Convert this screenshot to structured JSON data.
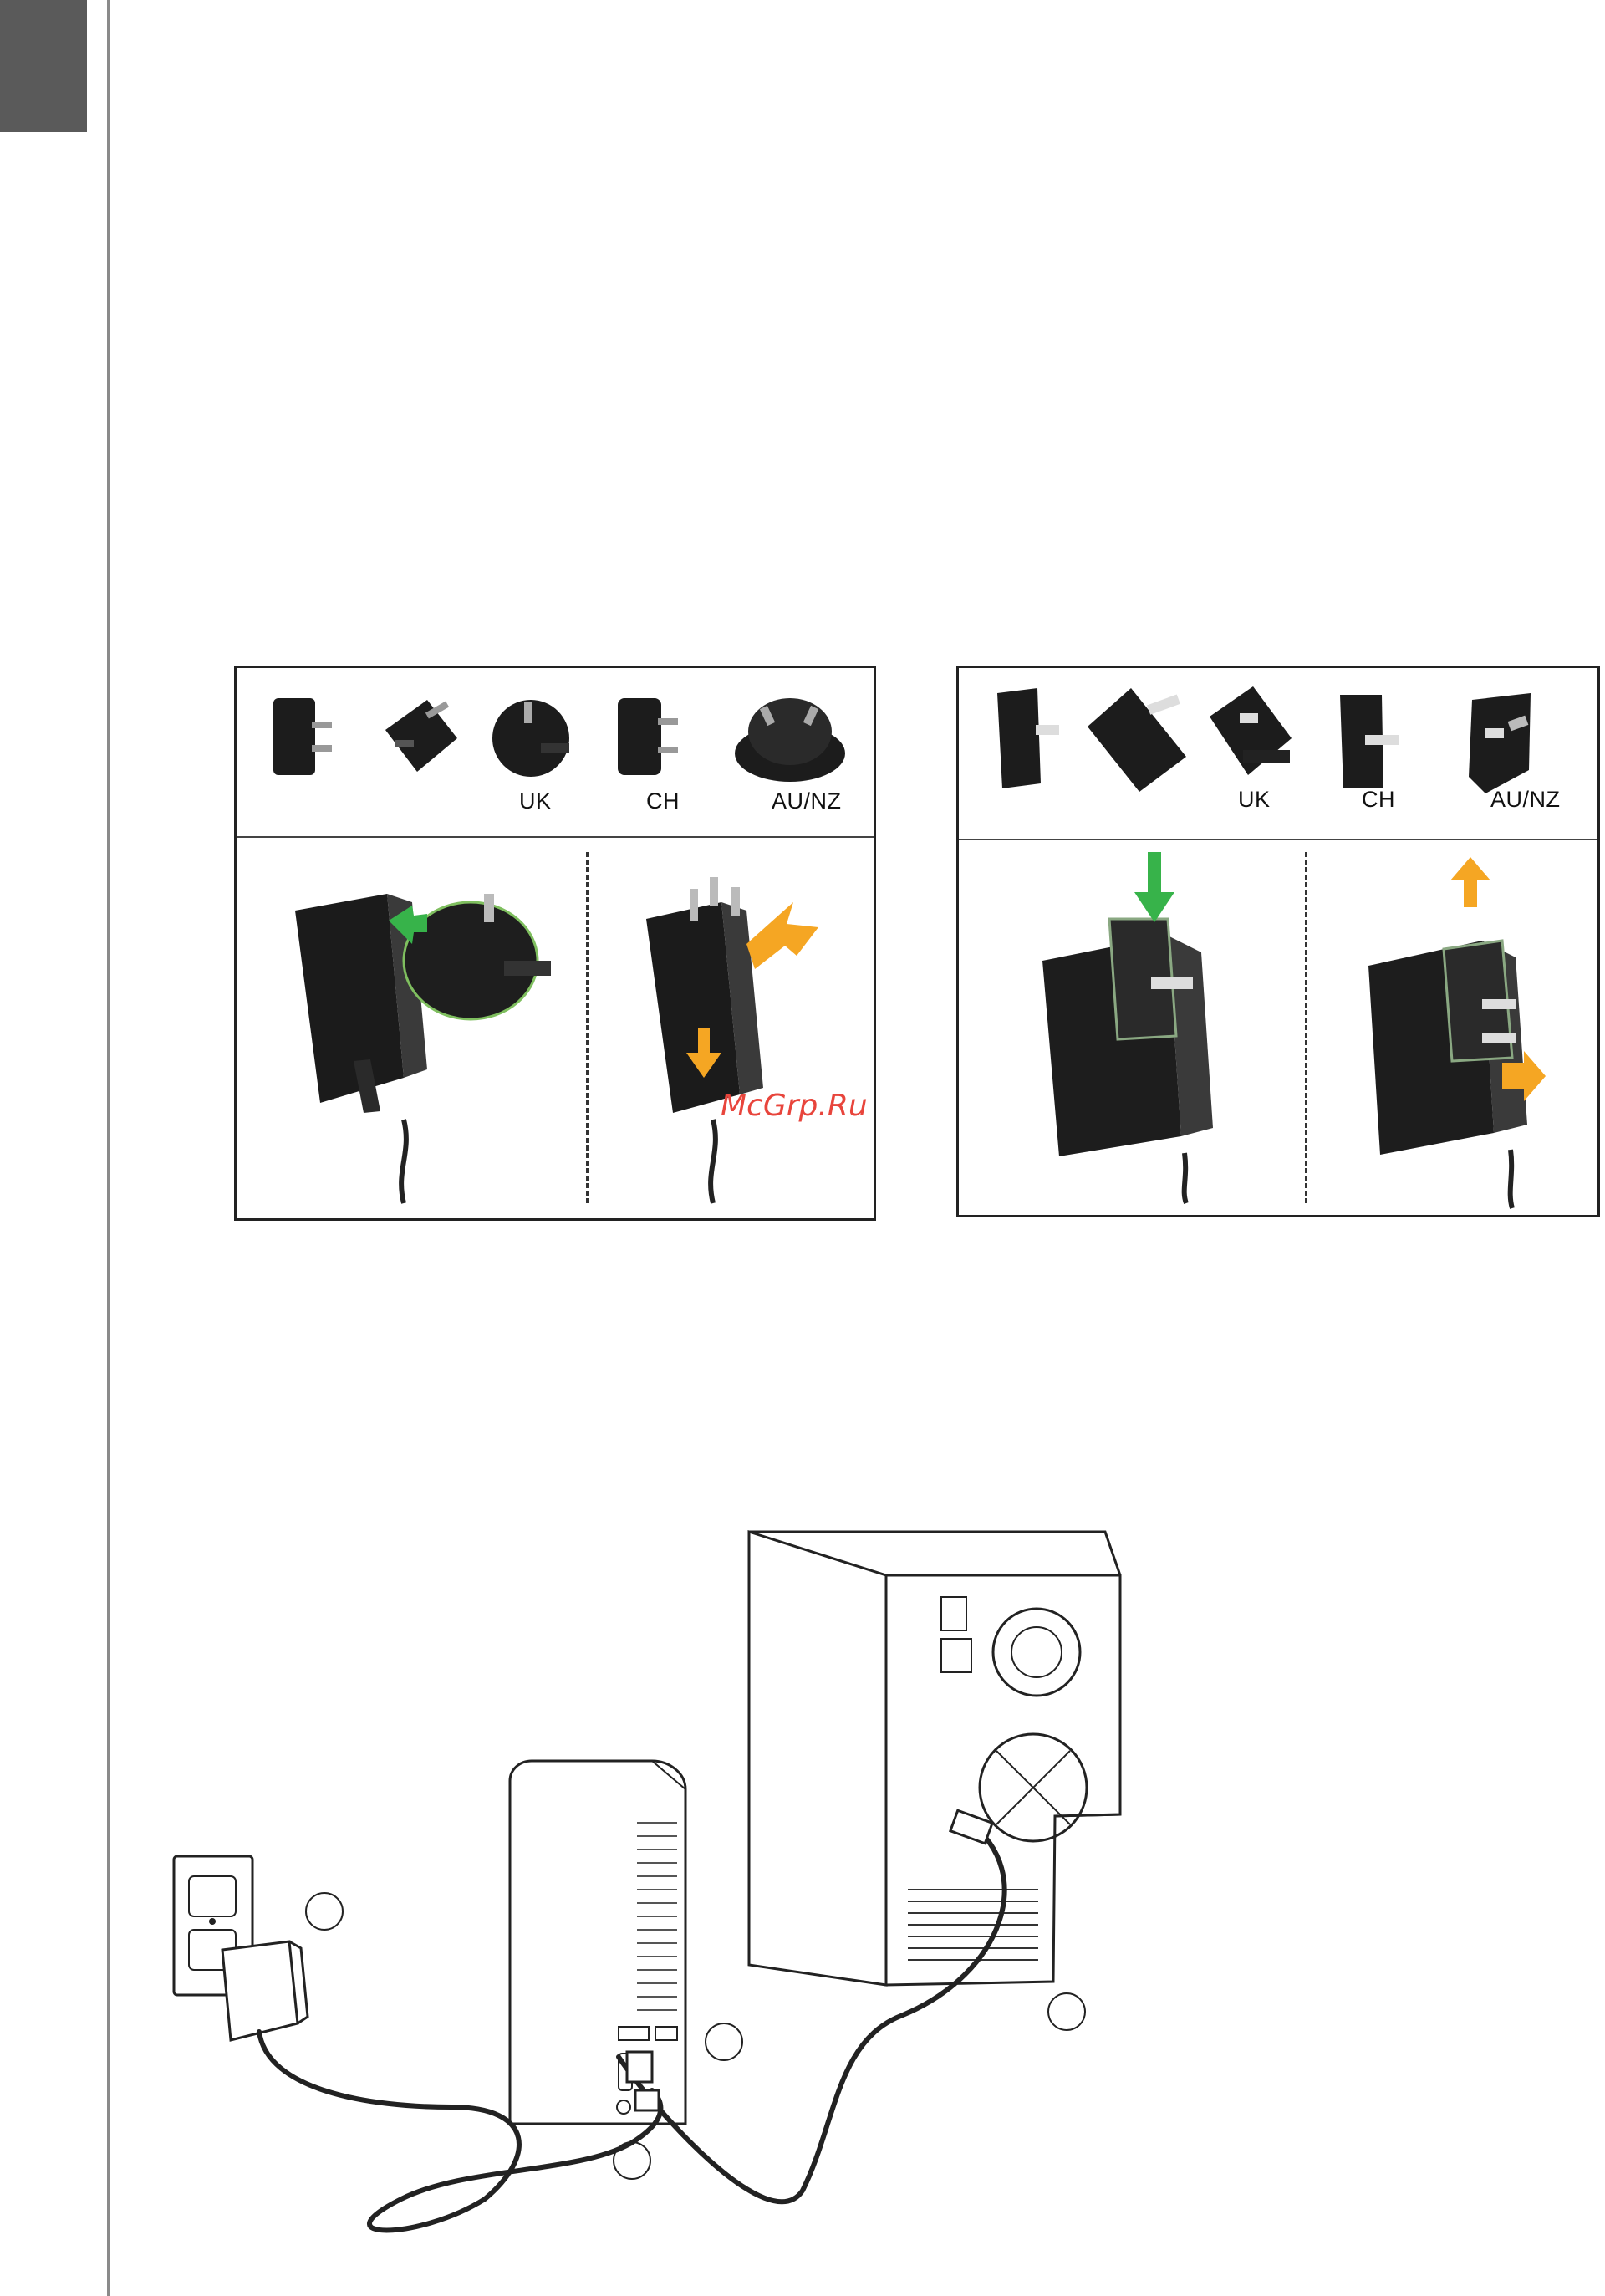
{
  "panels": [
    {
      "plug_labels": [
        "UK",
        "CH",
        "AU/NZ"
      ]
    },
    {
      "plug_labels": [
        "UK",
        "CH",
        "AU/NZ"
      ]
    }
  ],
  "watermark": "McGrp.Ru",
  "icons": {
    "plug_adapters": [
      "us-plug-icon",
      "eu-plug-icon",
      "uk-plug-icon",
      "ch-plug-icon",
      "au-nz-plug-icon"
    ],
    "install_steps": [
      "adapter-slide-on",
      "adapter-lock"
    ],
    "setup": [
      "wall-outlet-icon",
      "power-adapter-icon",
      "external-drive-icon",
      "desktop-computer-icon",
      "usb-cable-icon"
    ]
  },
  "colors": {
    "insert_arrow": "#37b34a",
    "remove_arrow": "#f5a623"
  }
}
